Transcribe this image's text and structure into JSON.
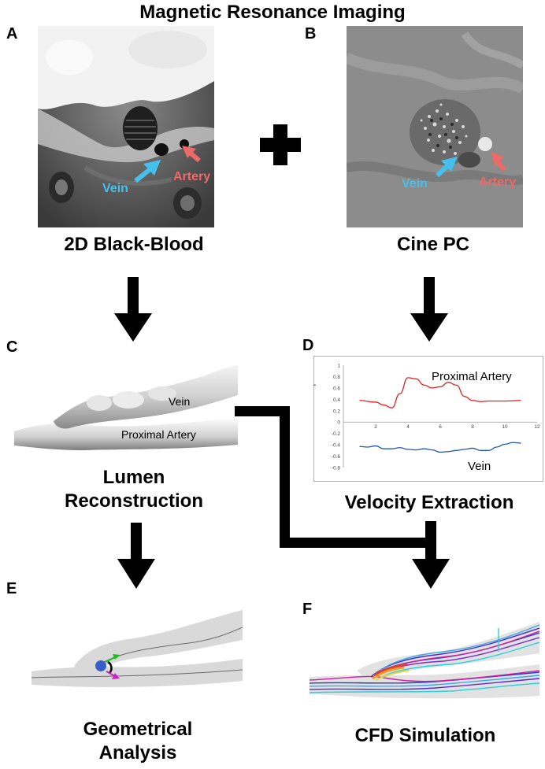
{
  "title": "Magnetic Resonance Imaging",
  "panels": {
    "a": {
      "letter": "A",
      "caption": "2D Black-Blood",
      "vein_label": "Vein",
      "artery_label": "Artery"
    },
    "b": {
      "letter": "B",
      "caption": "Cine PC",
      "vein_label": "Vein",
      "artery_label": "Artery"
    },
    "c": {
      "letter": "C",
      "caption_line1": "Lumen",
      "caption_line2": "Reconstruction",
      "vein_label": "Vein",
      "artery_label": "Proximal Artery"
    },
    "d": {
      "letter": "D",
      "caption": "Velocity Extraction",
      "artery_label": "Proximal Artery",
      "vein_label": "Vein",
      "side_mark": "-"
    },
    "e": {
      "letter": "E",
      "caption_line1": "Geometrical",
      "caption_line2": "Analysis"
    },
    "f": {
      "letter": "F",
      "caption": "CFD Simulation"
    }
  },
  "chart_data": {
    "type": "line",
    "x_ticks": [
      "2",
      "4",
      "6",
      "8",
      "10",
      "12"
    ],
    "y_ticks": [
      "1",
      "0.8",
      "0.6",
      "0.4",
      "0.2",
      "0",
      "-0.2",
      "-0.4",
      "-0.6",
      "-0.8"
    ],
    "xlim": [
      0,
      12
    ],
    "ylim": [
      -0.8,
      1
    ],
    "series": [
      {
        "name": "Proximal Artery",
        "color": "#e02020",
        "x": [
          1,
          2,
          2.5,
          3,
          3.5,
          4,
          4.5,
          5,
          5.5,
          6,
          6.5,
          7,
          7.5,
          8,
          8.5,
          9,
          10,
          11
        ],
        "y": [
          0.38,
          0.35,
          0.3,
          0.25,
          0.5,
          0.78,
          0.76,
          0.65,
          0.6,
          0.62,
          0.7,
          0.65,
          0.45,
          0.38,
          0.36,
          0.37,
          0.37,
          0.38
        ]
      },
      {
        "name": "Vein",
        "color": "#2255b0",
        "x": [
          1,
          1.5,
          2,
          2.5,
          3,
          3.5,
          4,
          4.5,
          5,
          5.5,
          6,
          6.5,
          7,
          7.5,
          8,
          8.5,
          9,
          9.5,
          10,
          10.5,
          11
        ],
        "y": [
          -0.43,
          -0.44,
          -0.42,
          -0.47,
          -0.47,
          -0.45,
          -0.48,
          -0.49,
          -0.47,
          -0.49,
          -0.53,
          -0.52,
          -0.5,
          -0.48,
          -0.46,
          -0.5,
          -0.5,
          -0.44,
          -0.39,
          -0.36,
          -0.37
        ]
      }
    ]
  }
}
